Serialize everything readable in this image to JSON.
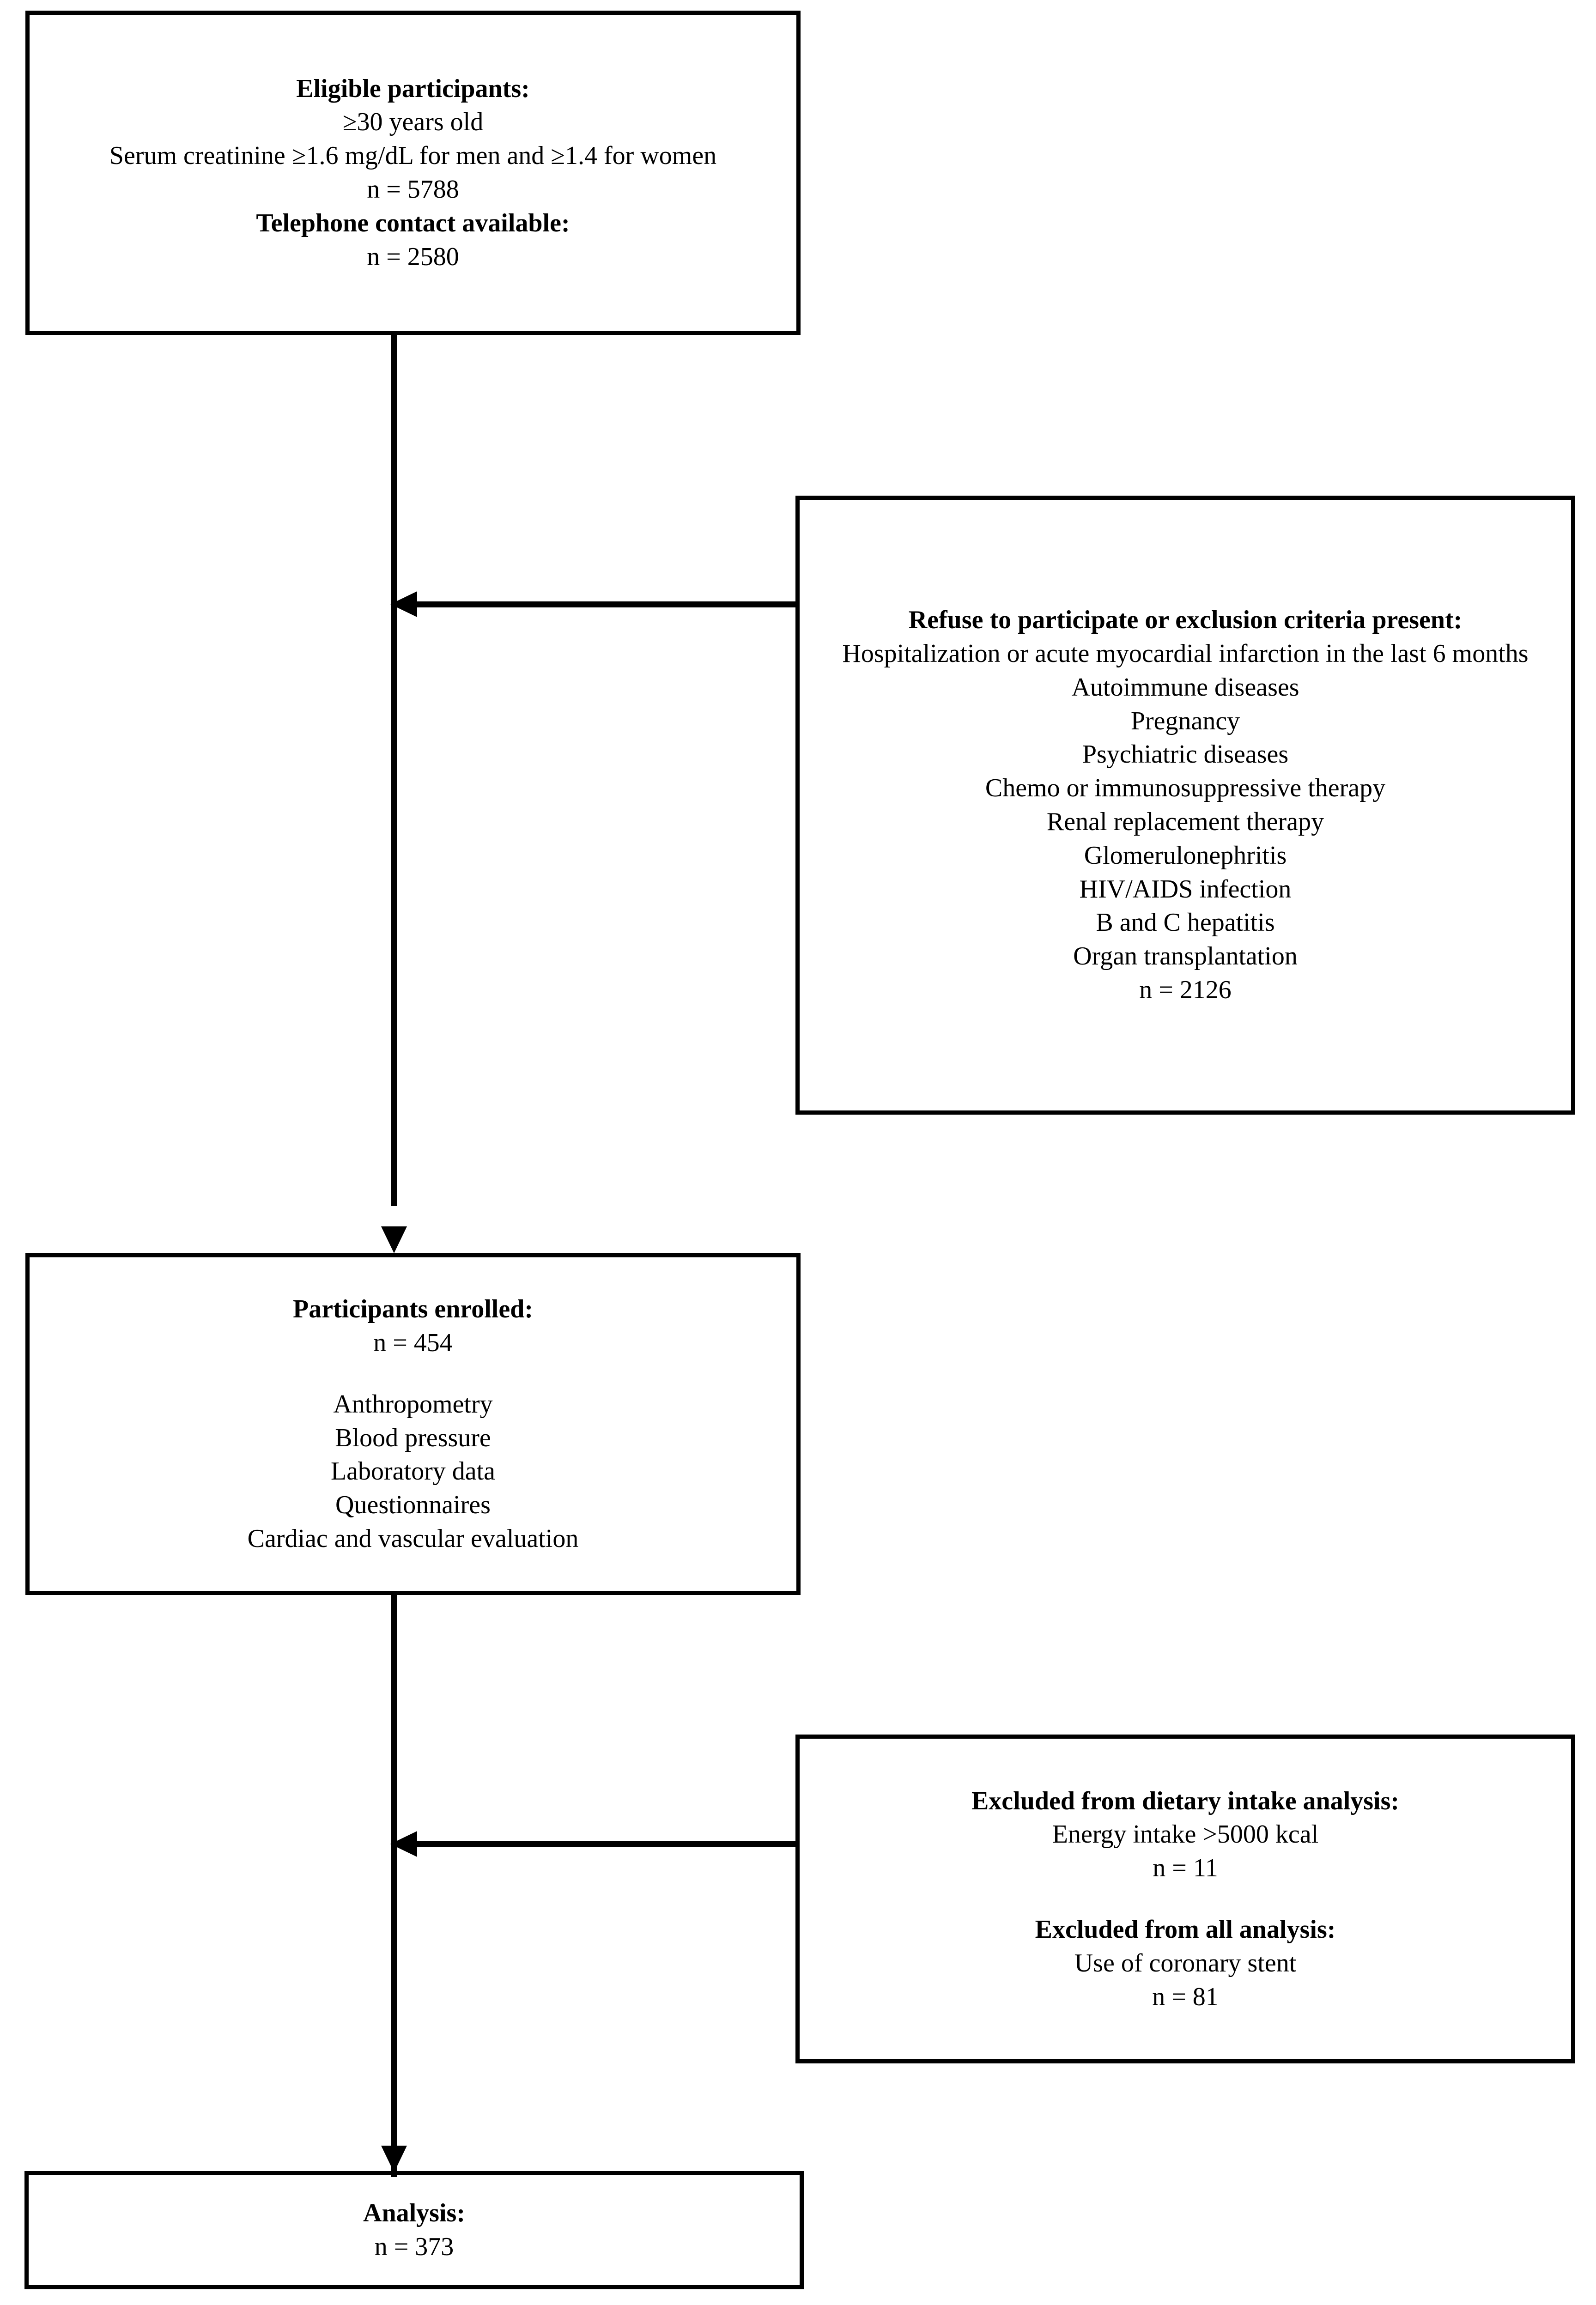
{
  "diagram": {
    "type": "study-participant-flow-chart",
    "title": "Participant flow diagram",
    "boxes": {
      "eligible": {
        "name": "eligible-participants",
        "lines": [
          {
            "text": "Eligible participants:",
            "bold": true
          },
          {
            "text": "≥30 years old",
            "bold": false
          },
          {
            "text": "Serum creatinine ≥1.6 mg/dL for men and ≥1.4 for women",
            "bold": false,
            "wrap": true
          },
          {
            "text": "n = 5788",
            "bold": false
          },
          {
            "text": "Telephone contact available:",
            "bold": true
          },
          {
            "text": "n = 2580",
            "bold": false
          }
        ]
      },
      "exclusion": {
        "name": "refused-or-excluded",
        "lines": [
          {
            "text": "Refuse to participate or exclusion criteria present:",
            "bold": true,
            "wrap": true
          },
          {
            "text": "Hospitalization or acute myocardial infarction in the last 6 months",
            "bold": false,
            "wrap": true
          },
          {
            "text": "Autoimmune diseases",
            "bold": false
          },
          {
            "text": "Pregnancy",
            "bold": false
          },
          {
            "text": "Psychiatric diseases",
            "bold": false
          },
          {
            "text": "Chemo or immunosuppressive therapy",
            "bold": false
          },
          {
            "text": "Renal replacement therapy",
            "bold": false
          },
          {
            "text": "Glomerulonephritis",
            "bold": false
          },
          {
            "text": "HIV/AIDS infection",
            "bold": false
          },
          {
            "text": "B and C hepatitis",
            "bold": false
          },
          {
            "text": "Organ transplantation",
            "bold": false
          },
          {
            "text": "n = 2126",
            "bold": false
          }
        ]
      },
      "enrolled": {
        "name": "participants-enrolled",
        "lines": [
          {
            "text": "Participants enrolled:",
            "bold": true
          },
          {
            "text": "n = 454",
            "bold": false
          },
          {
            "text": "",
            "bold": false,
            "spacer": true
          },
          {
            "text": "Anthropometry",
            "bold": false
          },
          {
            "text": "Blood pressure",
            "bold": false
          },
          {
            "text": "Laboratory data",
            "bold": false
          },
          {
            "text": "Questionnaires",
            "bold": false
          },
          {
            "text": "Cardiac and vascular evaluation",
            "bold": false
          }
        ]
      },
      "excluded_analysis": {
        "name": "excluded-from-analysis",
        "lines": [
          {
            "text": "Excluded from dietary intake analysis:",
            "bold": true
          },
          {
            "text": "Energy intake >5000 kcal",
            "bold": false
          },
          {
            "text": "n = 11",
            "bold": false
          },
          {
            "text": "",
            "bold": false,
            "spacer": true
          },
          {
            "text": "Excluded from all analysis:",
            "bold": true
          },
          {
            "text": "Use of coronary stent",
            "bold": false
          },
          {
            "text": "n = 81",
            "bold": false
          }
        ]
      },
      "analysis": {
        "name": "final-analysis",
        "lines": [
          {
            "text": "Analysis:",
            "bold": true
          },
          {
            "text": "n = 373",
            "bold": false
          }
        ]
      }
    },
    "counts": {
      "eligible_n": 5788,
      "telephone_contact_n": 2580,
      "excluded_refused_n": 2126,
      "enrolled_n": 454,
      "excluded_energy_intake_n": 11,
      "excluded_coronary_stent_n": 81,
      "analysis_n": 373
    },
    "connectors": [
      {
        "name": "eligible-to-enrolled",
        "from": "eligible",
        "to": "enrolled",
        "direction": "down",
        "arrowhead": "down"
      },
      {
        "name": "exclusion-to-trunk",
        "from": "exclusion",
        "to": "eligible-to-enrolled",
        "direction": "left",
        "arrowhead": "left"
      },
      {
        "name": "enrolled-to-analysis",
        "from": "enrolled",
        "to": "analysis",
        "direction": "down",
        "arrowhead": "down"
      },
      {
        "name": "excluded-to-trunk",
        "from": "excluded_analysis",
        "to": "enrolled-to-analysis",
        "direction": "left",
        "arrowhead": "left"
      }
    ],
    "colors": {
      "stroke": "#000000",
      "fill": "#ffffff",
      "text": "#000000"
    }
  }
}
